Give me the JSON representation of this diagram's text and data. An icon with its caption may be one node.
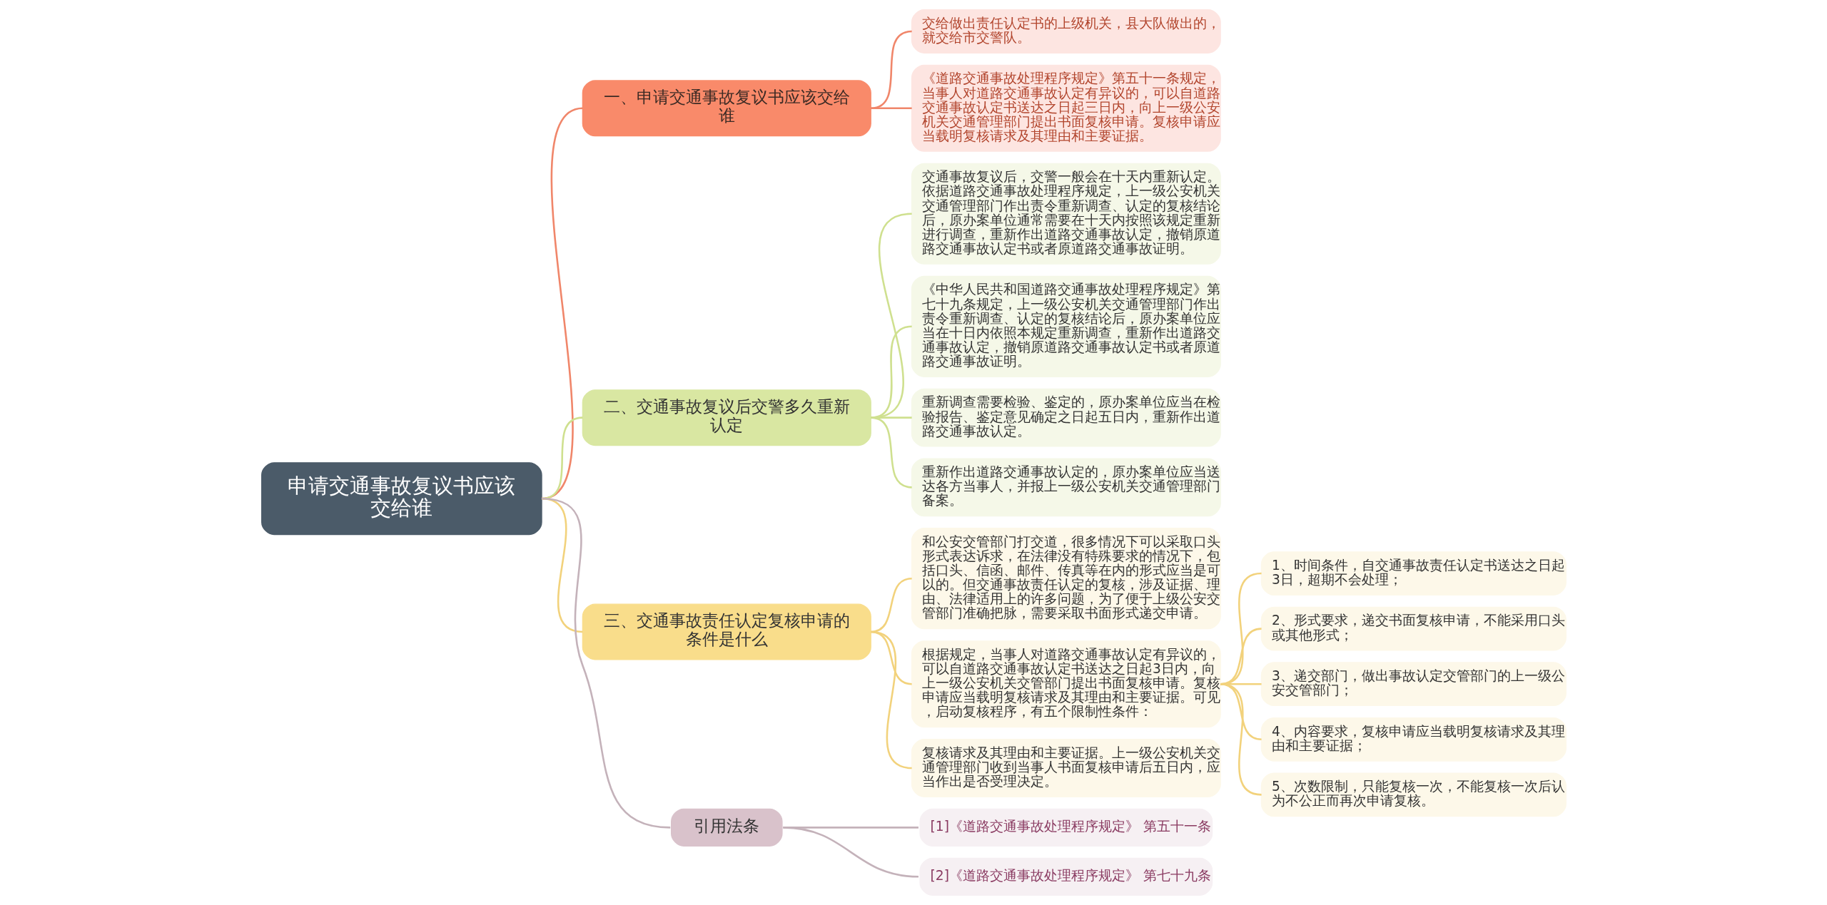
{
  "diagram": {
    "nodes": [
      {
        "text": [
          "申请交通事故复议书应该交给谁"
        ]
      },
      {
        "text": [
          "一、申请交通事故复议书应该交给谁"
        ]
      },
      {
        "text": [
          "交给做出责任认定书的上级机关，县大队做出的，就交给市交警队。"
        ]
      },
      {
        "text": [
          "《道路交通事故处理程序规定》第五十一条规定，当事人对道路交通事故认定有异议的，可以自道路交通事故认定书送达之日起三日内，向上一级公安机关交通管理部门提出书面复核申请。复核申请应当载明复核请求及其理由和主要证据。"
        ]
      },
      {
        "text": [
          "二、交通事故复议后交警多久重新认定"
        ]
      },
      {
        "text": [
          "交通事故复议后，交警一般会在十天内重新认定。依据道路交通事故处理程序规定，上一级公安机关交通管理部门作出责令重新调查、认定的复核结论后，原办案单位通常需要在十天内按照该规定重新进行调查，重新作出道路交通事故认定，撤销原道路交通事故认定书或者原道路交通事故证明。"
        ]
      },
      {
        "text": [
          "《中华人民共和国道路交通事故处理程序规定》第七十九条规定，上一级公安机关交通管理部门作出责令重新调查、认定的复核结论后，原办案单位应当在十日内依照本规定重新调查，重新作出道路交通事故认定，撤销原道路交通事故认定书或者原道路交通事故证明。"
        ]
      },
      {
        "text": [
          "重新调查需要检验、鉴定的，原办案单位应当在检验报告、鉴定意见确定之日起五日内，重新作出道路交通事故认定。"
        ]
      },
      {
        "text": [
          "重新作出道路交通事故认定的，原办案单位应当送达各方当事人，并报上一级公安机关交通管理部门备案。"
        ]
      },
      {
        "text": [
          "三、交通事故责任认定复核申请的条件是什么"
        ]
      },
      {
        "text": [
          "和公安交管部门打交道，很多情况下可以采取口头形式表达诉求，在法律没有特殊要求的情况下，包括口头、信函、邮件、传真等在内的形式应当是可以的。但交通事故责任认定的复核，涉及证据、理由、法律适用上的许多问题，为了便于上级公安交管部门准确把脉，需要采取书面形式递交申请。"
        ]
      },
      {
        "text": [
          "根据规定，当事人对道路交通事故认定有异议的，可以自道路交通事故认定书送达之日起3日内，向上一级公安机关交管部门提出书面复核申请。复核申请应当载明复核请求及其理由和主要证据。可见，启动复核程序，有五个限制性条件："
        ]
      },
      {
        "text": [
          "1、时间条件，自交通事故责任认定书送达之日起3日，超期不会处理；"
        ]
      },
      {
        "text": [
          "2、形式要求，递交书面复核申请，不能采用口头或其他形式；"
        ]
      },
      {
        "text": [
          "3、递交部门，做出事故认定交管部门的上一级公安交管部门；"
        ]
      },
      {
        "text": [
          "4、内容要求，复核申请应当载明复核请求及其理由和主要证据；"
        ]
      },
      {
        "text": [
          "5、次数限制，只能复核一次，不能复核一次后认为不公正而再次申请复核。"
        ]
      },
      {
        "text": [
          "复核请求及其理由和主要证据。上一级公安机关交通管理部门收到当事人书面复核申请后五日内，应当作出是否受理决定。"
        ]
      },
      {
        "text": [
          "引用法条"
        ]
      },
      {
        "text": [
          "[1]《道路交通事故处理程序规定》 第五十一条"
        ]
      },
      {
        "text": [
          "[2]《道路交通事故处理程序规定》 第七十九条"
        ]
      }
    ],
    "edges": [
      {
        "from": 0,
        "to": 1,
        "arrow": "none",
        "color": "#f0866a"
      },
      {
        "from": 1,
        "to": 2,
        "arrow": "none",
        "color": "#f0866a"
      },
      {
        "from": 1,
        "to": 3,
        "arrow": "none",
        "color": "#f0866a"
      },
      {
        "from": 0,
        "to": 4,
        "arrow": "none",
        "color": "#cfe08f"
      },
      {
        "from": 4,
        "to": 5,
        "arrow": "none",
        "color": "#cfe08f"
      },
      {
        "from": 4,
        "to": 6,
        "arrow": "none",
        "color": "#cfe08f"
      },
      {
        "from": 4,
        "to": 7,
        "arrow": "none",
        "color": "#cfe08f"
      },
      {
        "from": 4,
        "to": 8,
        "arrow": "none",
        "color": "#cfe08f"
      },
      {
        "from": 0,
        "to": 9,
        "arrow": "none"
      },
      {
        "from": 9,
        "to": 10,
        "arrow": "none"
      },
      {
        "from": 9,
        "to": 11,
        "arrow": "none"
      },
      {
        "from": 11,
        "to": 12,
        "arrow": "none"
      },
      {
        "from": 11,
        "to": 13,
        "arrow": "none"
      },
      {
        "from": 11,
        "to": 14,
        "arrow": "none"
      },
      {
        "from": 11,
        "to": 15,
        "arrow": "none"
      },
      {
        "from": 11,
        "to": 16,
        "arrow": "none"
      },
      {
        "from": 9,
        "to": 17,
        "arrow": "none"
      },
      {
        "from": 0,
        "to": 18,
        "arrow": "none",
        "color": "#c4b2ba"
      },
      {
        "from": 18,
        "to": 19,
        "arrow": "none",
        "color": "#c4b2ba"
      },
      {
        "from": 18,
        "to": 20,
        "arrow": "none",
        "color": "#c4b2ba"
      }
    ]
  }
}
